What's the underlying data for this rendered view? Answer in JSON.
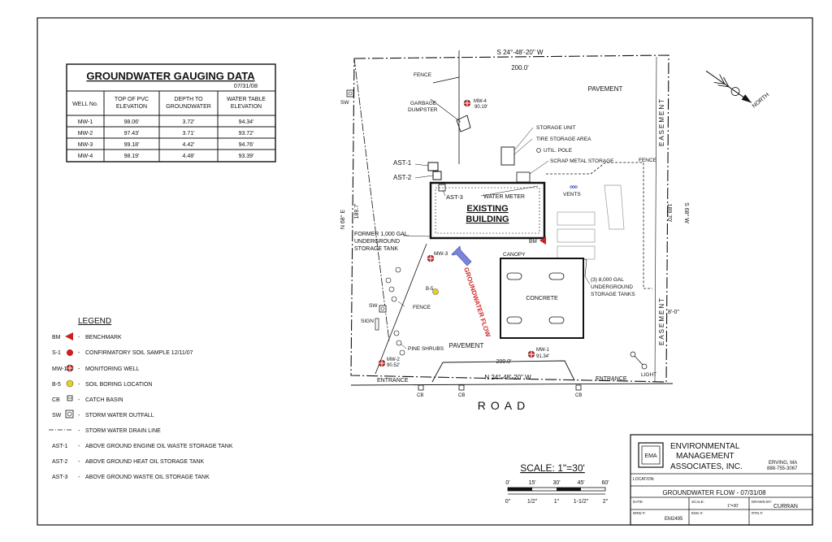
{
  "table": {
    "title": "GROUNDWATER GAUGING DATA",
    "date": "07/31/08",
    "headers": [
      [
        "WELL No."
      ],
      [
        "TOP OF PVC",
        "ELEVATION"
      ],
      [
        "DEPTH TO",
        "GROUNDWATER"
      ],
      [
        "WATER TABLE",
        "ELEVATION"
      ]
    ],
    "rows": [
      [
        "MW-1",
        "98.06'",
        "3.72'",
        "94.34'"
      ],
      [
        "MW-2",
        "97.43'",
        "3.71'",
        "93.72'"
      ],
      [
        "MW-3",
        "99.18'",
        "4.42'",
        "94.76'"
      ],
      [
        "MW-4",
        "98.19'",
        "4.48'",
        "93.39'"
      ]
    ]
  },
  "legend": {
    "title": "LEGEND",
    "items": [
      {
        "code": "BM",
        "label": "BENCHMARK"
      },
      {
        "code": "S-1",
        "label": "CONFIRMATORY SOIL SAMPLE 12/11/07"
      },
      {
        "code": "MW-1",
        "label": "MONITORING WELL"
      },
      {
        "code": "B-5",
        "label": "SOIL BORING LOCATION"
      },
      {
        "code": "CB",
        "label": "CATCH BASIN"
      },
      {
        "code": "SW",
        "label": "STORM WATER OUTFALL"
      },
      {
        "code": "",
        "label": "STORM WATER DRAIN LINE"
      },
      {
        "code": "AST-1",
        "label": "ABOVE GROUND ENGINE OIL WASTE STORAGE TANK"
      },
      {
        "code": "AST-2",
        "label": "ABOVE GROUND HEAT OIL STORAGE TANK"
      },
      {
        "code": "AST-3",
        "label": "ABOVE GROUND WASTE OIL STORAGE TANK"
      }
    ]
  },
  "map": {
    "bearing_top": "S 24°-48'-20\" W",
    "dist_top": "200.0'",
    "bearing_bottom": "N 24°-48'-20\" W",
    "dist_bottom": "200.0'",
    "bearing_left": "N 68° E",
    "dist_left": "189.7'",
    "bearing_right": "S 68° W",
    "dist_right": "189.70'",
    "easement": "EASEMENT",
    "eight_ft": "8'-0\"",
    "pavement_top": "PAVEMENT",
    "pavement_bottom": "PAVEMENT",
    "fence_top": "FENCE",
    "fence_right": "FENCE",
    "fence_left": "FENCE",
    "garbage": [
      "GARBAGE",
      "DUMPSTER"
    ],
    "storage_unit": "STORAGE UNIT",
    "tire_storage": "TIRE STORAGE AREA",
    "util_pole": "UTIL. POLE",
    "scrap_metal": "SCRAP METAL STORAGE",
    "ast1": "AST-1",
    "ast2": "AST-2",
    "ast3": "AST-3",
    "water_meter": "WATER METER",
    "vents": "VENTS",
    "building": [
      "EXISTING",
      "BUILDING"
    ],
    "bm": "BM",
    "former_ust": [
      "FORMER 1,000 GAL.",
      "UNDERGROUND",
      "STORAGE TANK"
    ],
    "canopy": "CANOPY",
    "concrete": "CONCRETE",
    "ust_8000": [
      "(3) 8,000 GAL",
      "UNDERGROUND",
      "STORAGE TANKS"
    ],
    "groundwater_flow": "GROUNDWATER FLOW",
    "sign": "SIGN",
    "sw": "SW",
    "pine_shrubs": "PINE SHRUBS",
    "entrance": "ENTRANCE",
    "light": "LIGHT",
    "cb": "CB",
    "road": "ROAD",
    "north": "NORTH",
    "wells": [
      {
        "id": "MW-1",
        "elev": "91.34'"
      },
      {
        "id": "MW-2",
        "elev": "90.52'"
      },
      {
        "id": "MW-3",
        "elev": ""
      },
      {
        "id": "MW-4",
        "elev": "90.19'"
      }
    ],
    "boring": "B-5"
  },
  "scale": {
    "title": "SCALE: 1\"=30'",
    "top_ticks": [
      "0'",
      "15'",
      "30'",
      "45'",
      "60'"
    ],
    "bottom_ticks": [
      "0\"",
      "1/2\"",
      "1\"",
      "1-1/2\"",
      "2\""
    ]
  },
  "title_block": {
    "logo": "EMA",
    "company": [
      "ENVIRONMENTAL",
      "MANAGEMENT",
      "ASSOCIATES, INC."
    ],
    "city": "ERVING, MA",
    "phone": "888-755-3067",
    "location_label": "LOCATION:",
    "drawing_title": "GROUNDWATER FLOW - 07/31/08",
    "date_label": "DATE:",
    "scale_label": "SCALE:",
    "scale_value": "1\"=30'",
    "drawn_by_label": "DRAWN BY:",
    "drawn_by": "CURRAN",
    "drw_label": "DRW #:",
    "drw_value": "EM2495",
    "ema_label": "EMA #:",
    "rtn_label": "RTN #:"
  },
  "colors": {
    "benchmark": "#cc1f1f",
    "soil_sample": "#cc1f1f",
    "monitoring_well": "#cc1f1f",
    "soil_boring": "#e8d31a",
    "flow_arrow": "#7b84d6",
    "flow_text": "#d42a2a",
    "line": "#111111"
  }
}
